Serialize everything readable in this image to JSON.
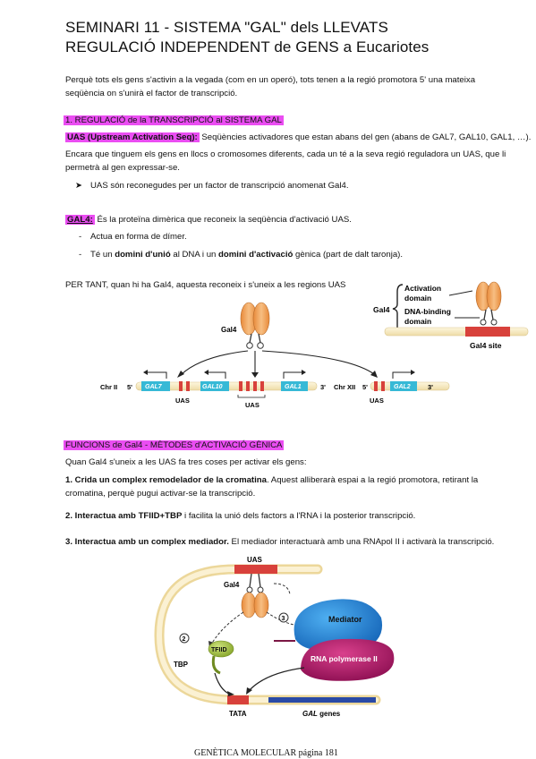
{
  "title": {
    "line1": "SEMINARI 11 - SISTEMA \"GAL\" dels LLEVATS",
    "line2": "REGULACIÓ INDEPENDENT de GENS a Eucariotes"
  },
  "intro": {
    "l1": "Perquè tots els gens s'activin a la vegada (com en un operó), tots tenen a la regió promotora 5' una mateixa",
    "l2": "seqüència on s'unirà el factor de transcripció."
  },
  "section1": {
    "heading": "1. REGULACIÓ de la TRANSCRIPCIÓ al SISTEMA GAL",
    "uas_term": "UAS (Upstream Activation Seq):",
    "uas_def": " Seqüències activadores que estan abans del gen (abans de GAL7, GAL10, GAL1, …).",
    "p2_l1": "Encara que tinguem els gens en llocs o cromosomes diferents, cada un té a la seva regió reguladora un UAS, que li",
    "p2_l2": "permetrà al gen expressar-se.",
    "bullet": "UAS són reconegudes per un factor de transcripció anomenat Gal4.",
    "gal4_term": "GAL4:",
    "gal4_def": " És la proteïna dimèrica que reconeix la seqüència d'activació UAS.",
    "dash1": "Actua en forma de dímer.",
    "dash2_a": "Té un ",
    "dash2_b": "domini d'unió",
    "dash2_c": " al DNA i un ",
    "dash2_d": "domini d'activació",
    "dash2_e": " gènica (part de dalt taronja).",
    "pertant": "PER TANT, quan hi ha Gal4, aquesta reconeix i s'uneix a les regions UAS"
  },
  "fig1": {
    "activation": "Activation",
    "domain1": "domain",
    "dnabinding": "DNA-binding",
    "domain2": "domain",
    "gal4_left": "Gal4",
    "gal4_site": "Gal4 site",
    "gal4_center": "Gal4",
    "chr2": "Chr II",
    "chr12": "Chr XII",
    "five": "5'",
    "three": "3'",
    "gal7": "GAL7",
    "gal10": "GAL10",
    "gal1": "GAL1",
    "gal2": "GAL2",
    "uas": "UAS"
  },
  "section2": {
    "heading": "FUNCIONS de Gal4 - MÈTODES d'ACTIVACIÓ GÈNICA",
    "intro": "Quan Gal4 s'uneix a les UAS fa tres coses per activar els gens:",
    "i1_bold": "1. Crida un complex remodelador de la cromatina",
    "i1_rest": ". Aquest alliberarà espai a la regió promotora, retirant la",
    "i1_l2": "cromatina, perquè pugui activar-se la transcripció.",
    "i2_bold": "2. Interactua amb TFIID+TBP",
    "i2_rest": " i facilita la unió dels factors a l'RNA i la posterior transcripció.",
    "i3_bold": "3. Interactua amb un complex mediador.",
    "i3_rest": " El mediador interactuarà amb una RNApol II i activarà la transcripció."
  },
  "fig2": {
    "uas": "UAS",
    "gal4": "Gal4",
    "mediator": "Mediator",
    "rnapol": "RNA polymerase II",
    "tfiid": "TFIID",
    "tbp": "TBP",
    "tata": "TATA",
    "gal": "GAL",
    "genes": " genes",
    "n2": "2",
    "n3": "3"
  },
  "footer": "GENÈTICA MOLECULAR página 181",
  "colors": {
    "highlight_magenta": "#ea4df2",
    "highlight_yellow": "#f6f33a",
    "gene_cyan": "#36b9d6",
    "uas_red": "#d8413b",
    "gal4_orange": "#f2a45a",
    "mediator_blue": "#1f86d8",
    "rnapol_magenta": "#b4166d",
    "tfiid_green": "#a9c94a",
    "dna_cream": "#f7e9bf"
  }
}
